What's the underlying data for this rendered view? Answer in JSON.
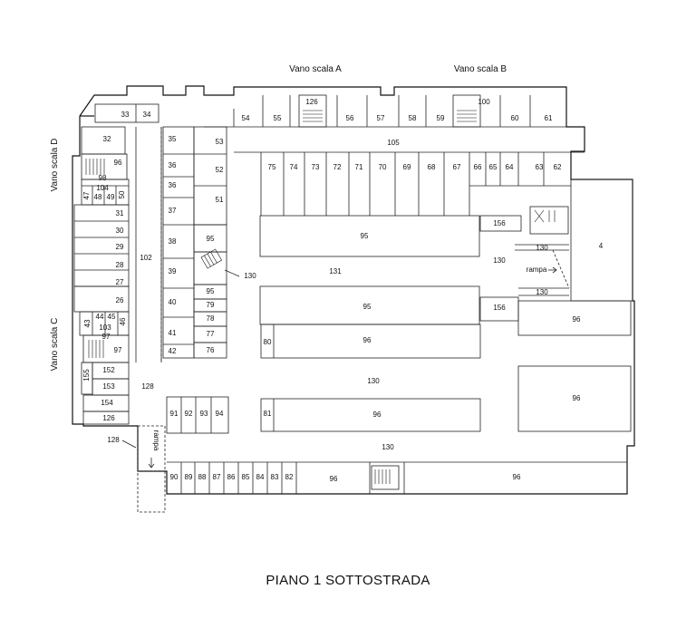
{
  "title": "PIANO 1 SOTTOSTRADA",
  "stairwells": {
    "a": "Vano scala A",
    "b": "Vano scala B",
    "c": "Vano scala C",
    "d": "Vano scala D"
  },
  "ramp_label": "rampa",
  "units": {
    "u33": "33",
    "u34": "34",
    "u32": "32",
    "u35": "35",
    "u36a": "36",
    "u36b": "36",
    "u96d": "96",
    "u98": "98",
    "u47": "47",
    "u48": "48",
    "u49": "49",
    "u50": "50",
    "u104": "104",
    "u31": "31",
    "u37": "37",
    "u30": "30",
    "u29": "29",
    "u38": "38",
    "u28": "28",
    "u102": "102",
    "u27": "27",
    "u39": "39",
    "u26": "26",
    "u40": "40",
    "u43": "43",
    "u44": "44",
    "u45": "45",
    "u46": "46",
    "u103": "103",
    "u97a": "97",
    "u97b": "97",
    "u41": "41",
    "u42": "42",
    "u155": "155",
    "u152": "152",
    "u153": "153",
    "u154": "154",
    "u126a": "126",
    "u128a": "128",
    "u53": "53",
    "u52": "52",
    "u51": "51",
    "u95a": "95",
    "u130a": "130",
    "u95b": "95",
    "u79": "79",
    "u78": "78",
    "u77": "77",
    "u76": "76",
    "u54": "54",
    "u55": "55",
    "u126b": "126",
    "u56": "56",
    "u57": "57",
    "u58": "58",
    "u59": "59",
    "u100": "100",
    "u60": "60",
    "u61": "61",
    "u105": "105",
    "u75": "75",
    "u74": "74",
    "u73": "73",
    "u72": "72",
    "u71": "71",
    "u70": "70",
    "u69": "69",
    "u68": "68",
    "u67": "67",
    "u66": "66",
    "u65": "65",
    "u64": "64",
    "u63": "63",
    "u62": "62",
    "u156a": "156",
    "u4": "4",
    "u95c": "95",
    "u131": "131",
    "u130b": "130",
    "u130c": "130",
    "u130d": "130",
    "u95d": "95",
    "u156b": "156",
    "u96a": "96",
    "u80": "80",
    "u96b": "96",
    "u96c": "96",
    "u130e": "130",
    "u91": "91",
    "u92": "92",
    "u93": "93",
    "u94": "94",
    "u81": "81",
    "u96e": "96",
    "u128b": "128",
    "u130f": "130",
    "u90": "90",
    "u89": "89",
    "u88": "88",
    "u87": "87",
    "u86": "86",
    "u85": "85",
    "u84": "84",
    "u83": "83",
    "u82": "82",
    "u96f": "96",
    "u96g": "96"
  }
}
